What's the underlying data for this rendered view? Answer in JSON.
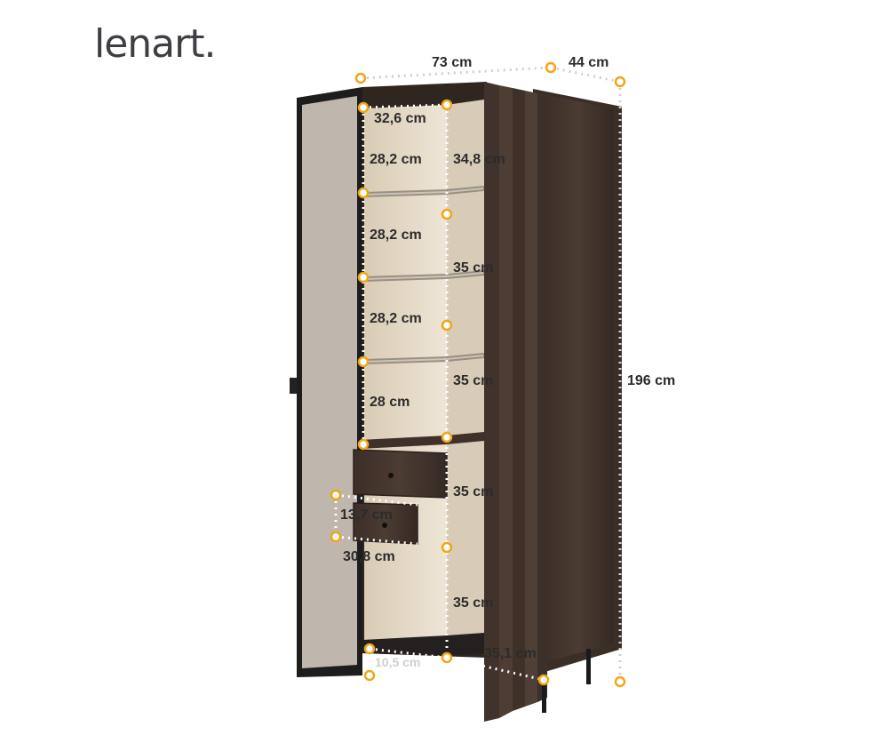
{
  "brand": {
    "logo_text": "lenart."
  },
  "colors": {
    "wood_dark": "#3a2e27",
    "wood_mid": "#4a3b32",
    "interior_beige": "#e6dccb",
    "frame_black": "#1c1c1c",
    "mirror_panel": "#bfb7ae",
    "marker_orange": "#f2a516"
  },
  "dimensions": {
    "width": "73 cm",
    "depth": "44 cm",
    "height": "196 cm",
    "inner_width": "32,6 cm",
    "shelf_1": "28,2 cm",
    "shelf_2": "28,2 cm",
    "shelf_3": "28,2 cm",
    "shelf_4": "28 cm",
    "right_top": "34,8 cm",
    "right_1": "35 cm",
    "right_2": "35 cm",
    "right_3": "35 cm",
    "right_4": "35 cm",
    "drawer_height": "13,7 cm",
    "drawer_width": "30,8 cm",
    "leg_height": "10,5 cm",
    "right_depth": "35,1 cm"
  }
}
